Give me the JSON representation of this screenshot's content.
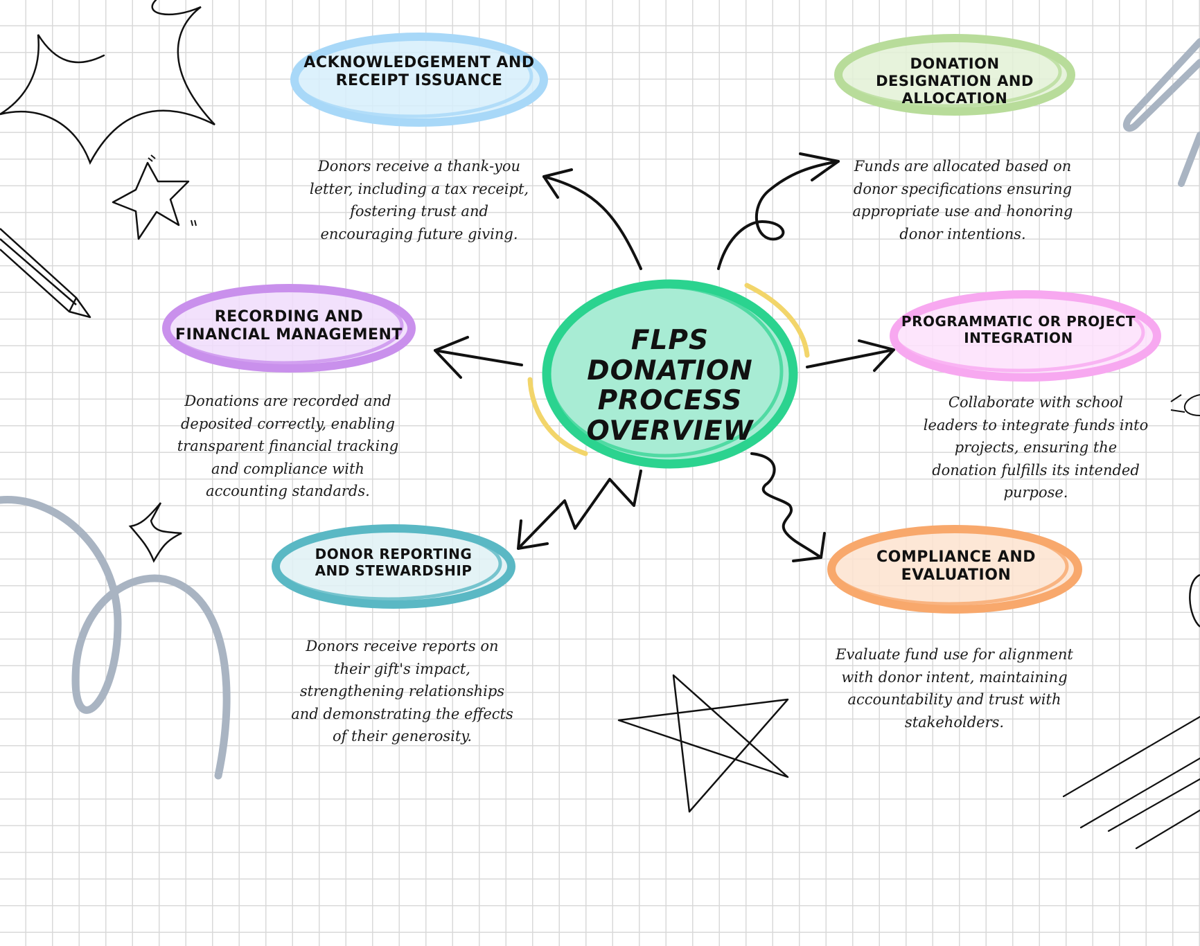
{
  "center": {
    "title": "FLPS DONATION PROCESS OVERVIEW"
  },
  "nodes": {
    "acknowledgement": {
      "title": "ACKNOWLEDGEMENT AND RECEIPT ISSUANCE",
      "description": "Donors receive a thank-you letter, including a tax receipt, fostering trust and encouraging future giving.",
      "color": "#a8d8f8"
    },
    "designation": {
      "title": "DONATION DESIGNATION AND ALLOCATION",
      "description": "Funds are allocated based on donor specifications ensuring appropriate use and honoring donor intentions.",
      "color": "#b8dc9a"
    },
    "recording": {
      "title": "RECORDING AND FINANCIAL MANAGEMENT",
      "description": "Donations are recorded and deposited correctly, enabling transparent financial tracking and compliance with accounting standards.",
      "color": "#c990ec"
    },
    "programmatic": {
      "title": "PROGRAMMATIC OR PROJECT INTEGRATION",
      "description": "Collaborate with school leaders to integrate funds into projects, ensuring the donation fulfills its intended purpose.",
      "color": "#f7a8f0"
    },
    "reporting": {
      "title": "DONOR REPORTING AND STEWARDSHIP",
      "description": "Donors receive reports on their gift's impact, strengthening relationships and demonstrating the effects of their generosity.",
      "color": "#5ab8c4"
    },
    "compliance": {
      "title": "COMPLIANCE AND EVALUATION",
      "description": "Evaluate fund use for alignment with donor intent, maintaining accountability and trust with stakeholders.",
      "color": "#f8a86c"
    }
  },
  "colors": {
    "center_fill": "#a8ecd4",
    "center_stroke": "#2bd38f",
    "accent_yellow": "#f2d56a",
    "doodle_gray": "#a9b4c2",
    "ink": "#111111"
  }
}
